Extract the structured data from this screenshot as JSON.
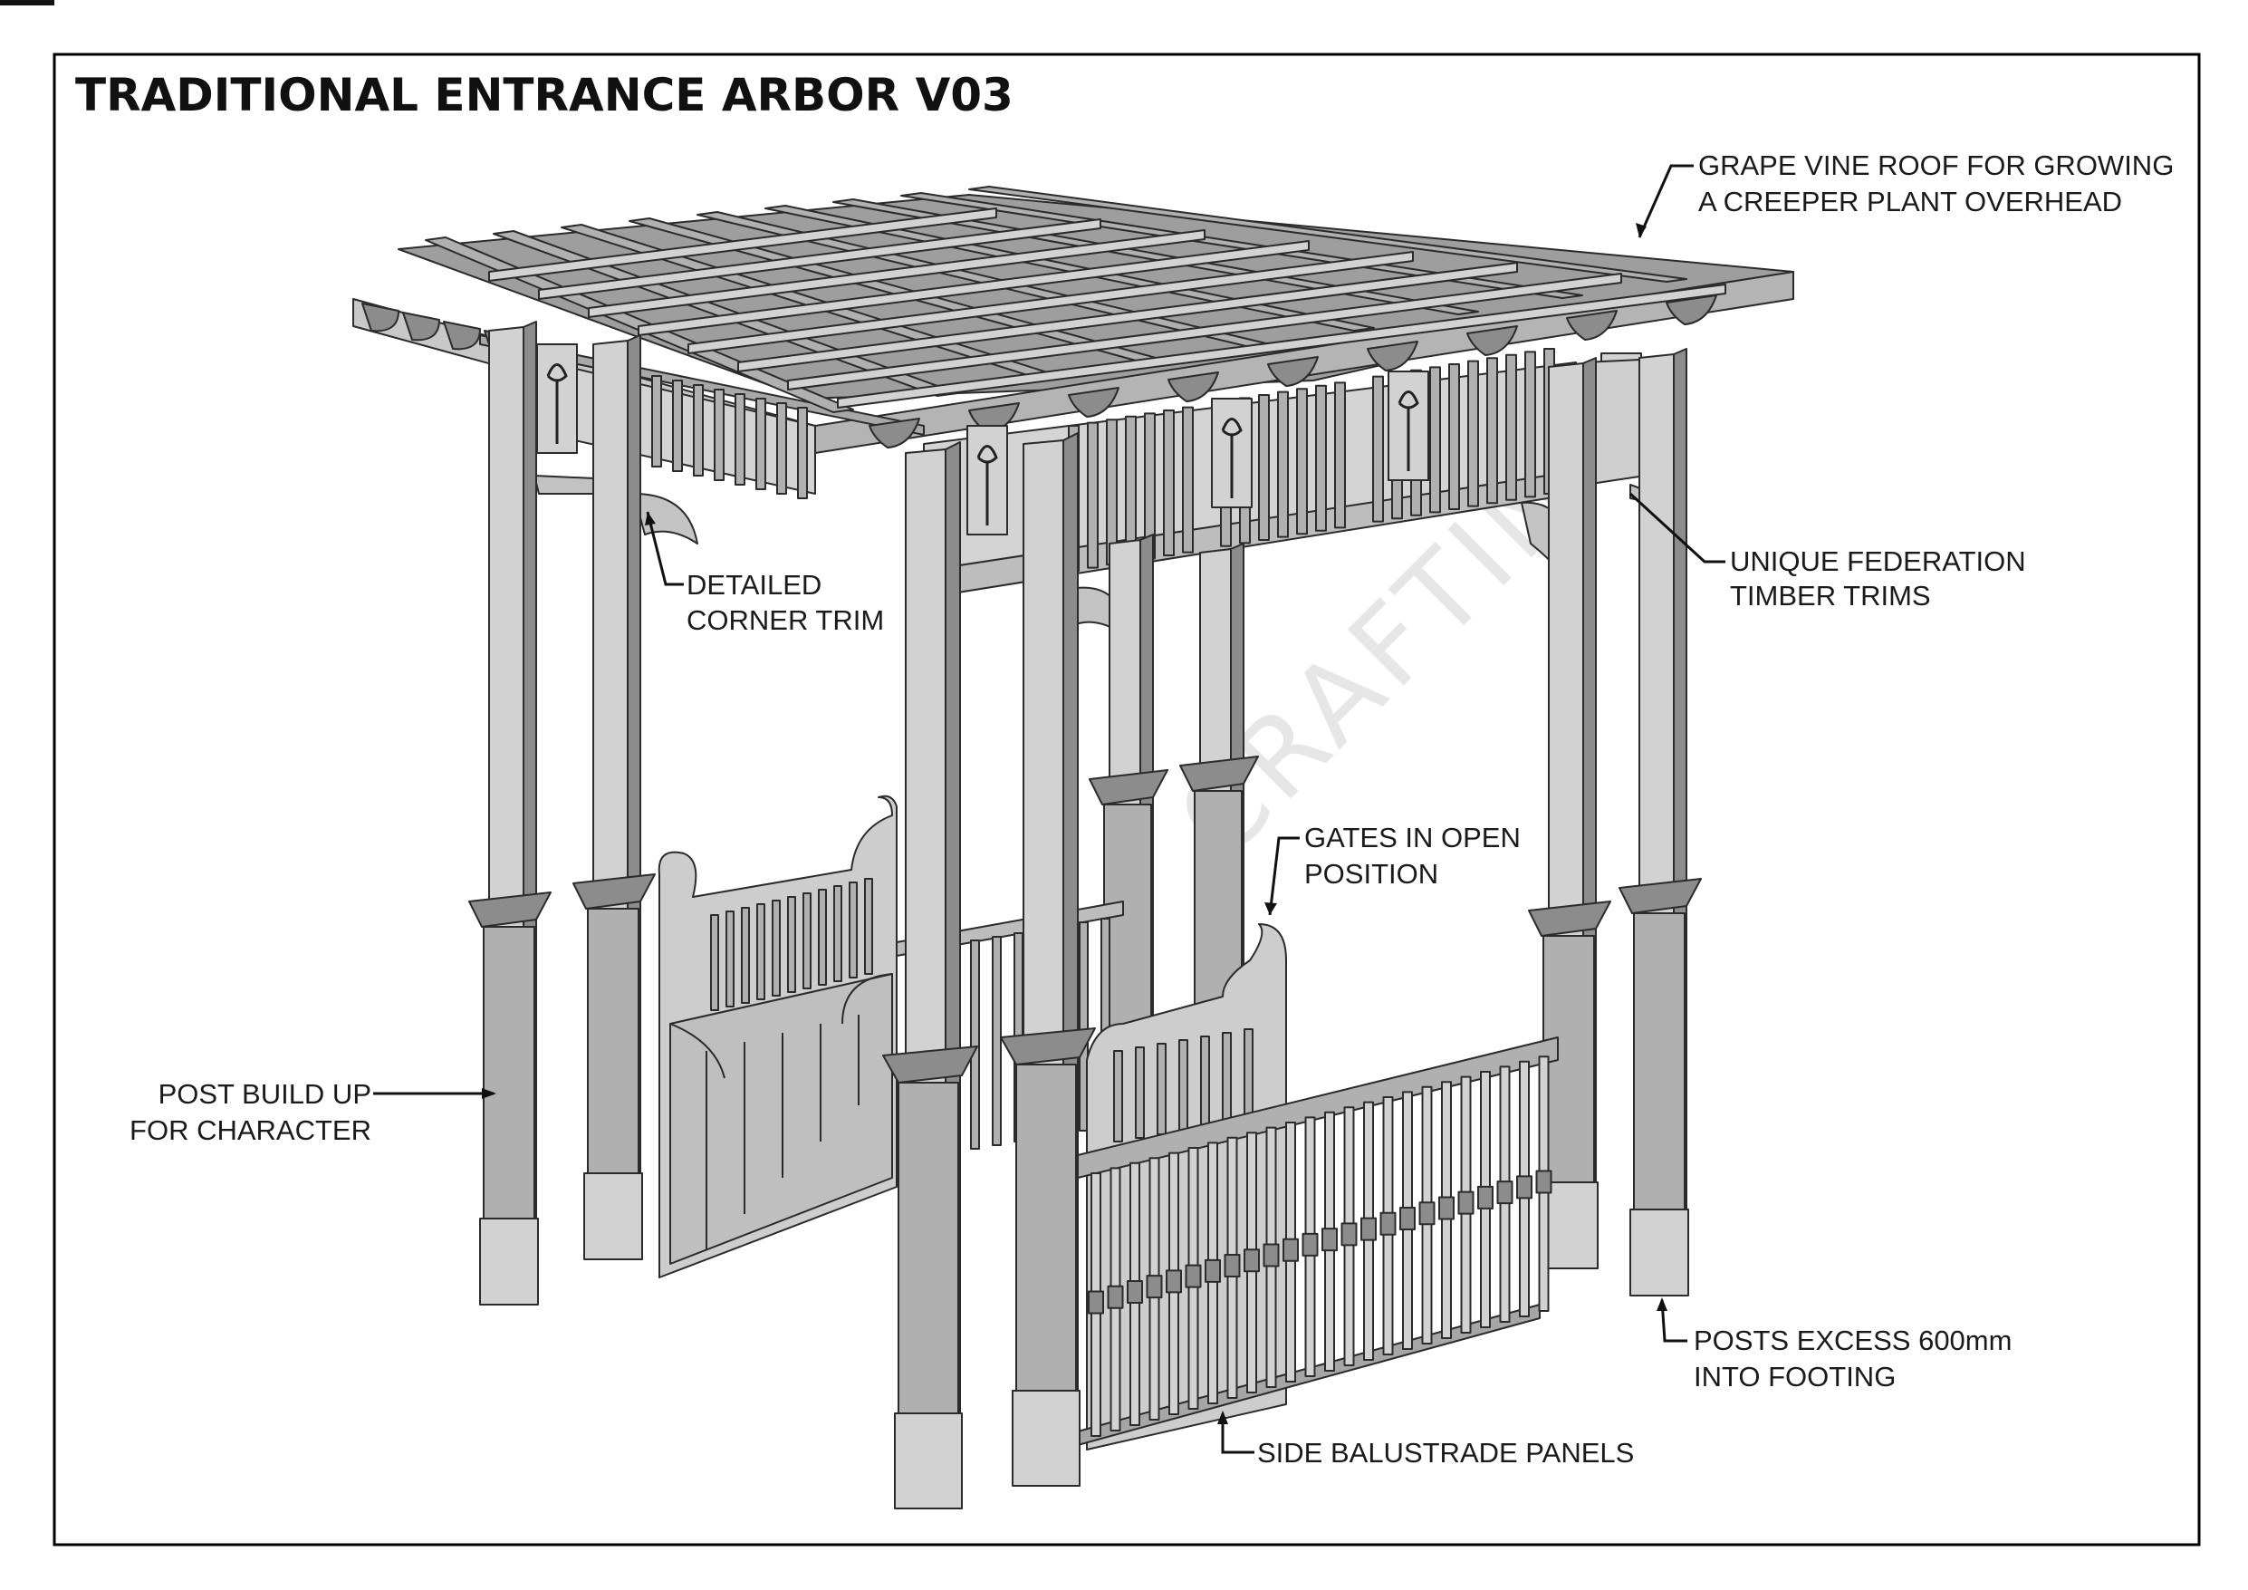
{
  "drawing": {
    "title": "TRADITIONAL ENTRANCE ARBOR V03",
    "watermark": "CRAFTIN",
    "colors": {
      "frame": "#000000",
      "ink": "#2b2b2b",
      "face_light": "#d2d2d2",
      "face_mid": "#b0b0b0",
      "face_dark": "#8c8c8c"
    }
  },
  "callouts": {
    "roof": {
      "line1": "GRAPE VINE ROOF FOR GROWING",
      "line2": "A CREEPER PLANT OVERHEAD"
    },
    "federation": {
      "line1": "UNIQUE FEDERATION",
      "line2": "TIMBER TRIMS"
    },
    "corner": {
      "line1": "DETAILED",
      "line2": "CORNER TRIM"
    },
    "gates": {
      "line1": "GATES IN OPEN",
      "line2": "POSITION"
    },
    "post": {
      "line1": "POST BUILD UP",
      "line2": "FOR CHARACTER"
    },
    "footing": {
      "line1": "POSTS EXCESS 600mm",
      "line2": "INTO FOOTING"
    },
    "balustrade": {
      "line1": "SIDE BALUSTRADE PANELS"
    }
  }
}
